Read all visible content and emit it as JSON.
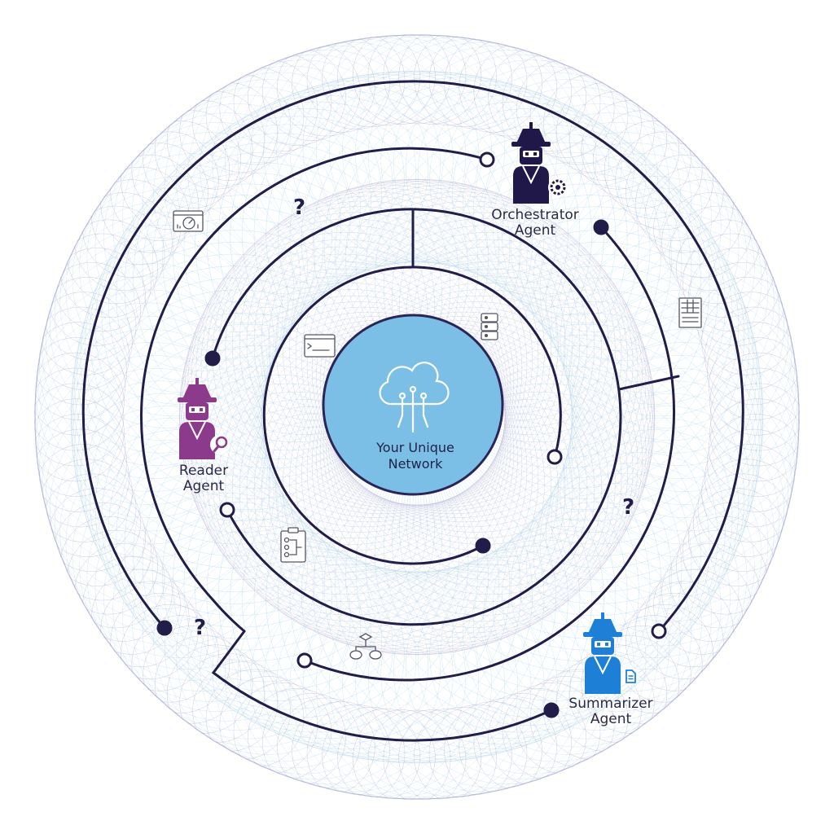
{
  "center": {
    "line1": "Your Unique",
    "line2": "Network",
    "icon": "cloud-network-icon"
  },
  "agents": {
    "orchestrator": {
      "line1": "Orchestrator",
      "line2": "Agent",
      "color": "#1f1848",
      "badge": "gear-icon"
    },
    "reader": {
      "line1": "Reader",
      "line2": "Agent",
      "color": "#8b3a8c",
      "badge": "magnifier-icon"
    },
    "summarizer": {
      "line1": "Summarizer",
      "line2": "Agent",
      "color": "#1e7fd6",
      "badge": "document-icon"
    }
  },
  "question_marks": [
    "?",
    "?",
    "?"
  ],
  "icons": [
    "dashboard-icon",
    "terminal-icon",
    "database-icon",
    "table-icon",
    "checklist-icon",
    "hierarchy-icon"
  ],
  "colors": {
    "maze_line": "#221c48",
    "center_fill": "#7bbfe6",
    "center_stroke": "#2a2556",
    "pattern_blue": "#8fc6e6",
    "pattern_purple": "#9b8cc4"
  }
}
